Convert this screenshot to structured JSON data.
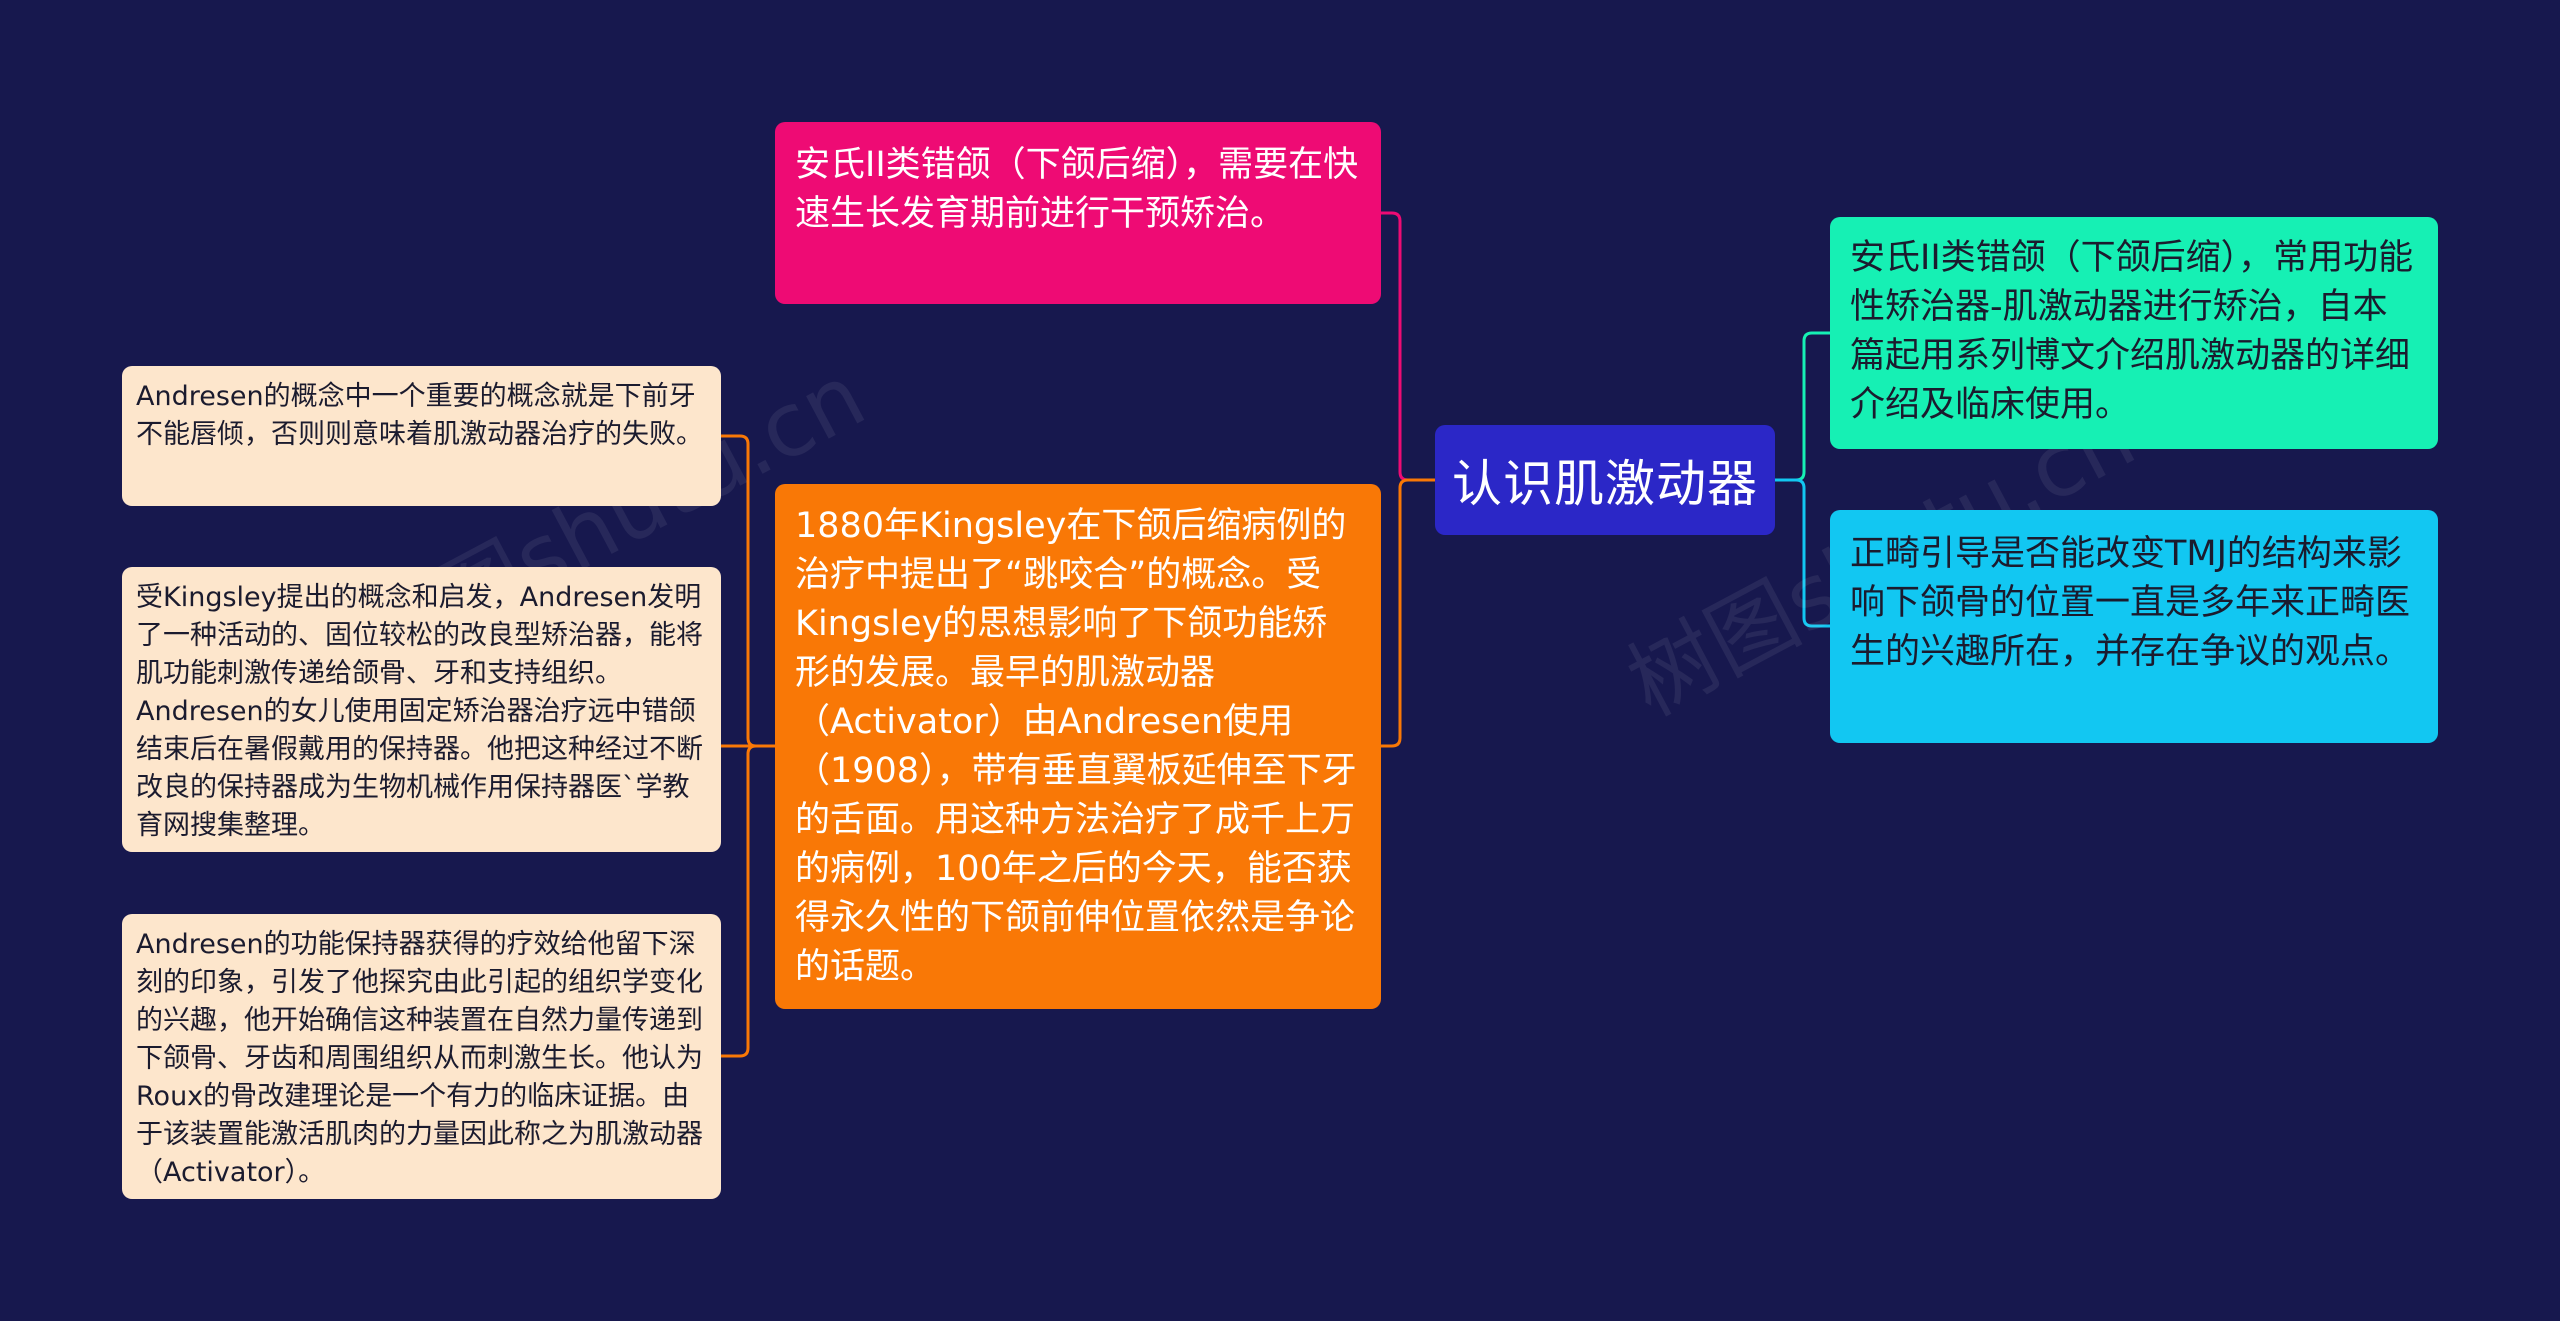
{
  "watermark": "树图shutu.cn",
  "root": {
    "label": "认识肌激动器"
  },
  "nodes": {
    "pink": "安氏II类错颌（下颌后缩），需要在快速生长发育期前进行干预矫治。",
    "orange": "1880年Kingsley在下颌后缩病例的治疗中提出了“跳咬合”的概念。受Kingsley的思想影响了下颌功能矫形的发展。最早的肌激动器（Activator）由Andresen使用（1908），带有垂直翼板延伸至下牙的舌面。用这种方法治疗了成千上万的病例，100年之后的今天，能否获得永久性的下颌前伸位置依然是争论的话题。",
    "green": "安氏II类错颌（下颌后缩），常用功能性矫治器-肌激动器进行矫治，自本篇起用系列博文介绍肌激动器的详细介绍及临床使用。",
    "cyan": "正畸引导是否能改变TMJ的结构来影响下颌骨的位置一直是多年来正畸医生的兴趣所在，并存在争议的观点。"
  },
  "leaves": [
    "Andresen的概念中一个重要的概念就是下前牙不能唇倾，否则则意味着肌激动器治疗的失败。",
    "受Kingsley提出的概念和启发，Andresen发明了一种活动的、固位较松的改良型矫治器，能将肌功能刺激传递给颌骨、牙和支持组织。Andresen的女儿使用固定矫治器治疗远中错颌结束后在暑假戴用的保持器。他把这种经过不断改良的保持器成为生物机械作用保持器医`学教育网搜集整理。",
    "Andresen的功能保持器获得的疗效给他留下深刻的印象，引发了他探究由此引起的组织学变化的兴趣，他开始确信这种装置在自然力量传递到下颌骨、牙齿和周围组织从而刺激生长。他认为Roux的骨改建理论是一个有力的临床证据。由于该装置能激活肌肉的力量因此称之为肌激动器（Activator）。"
  ],
  "colors": {
    "background": "#17184e",
    "root": "#2b27c7",
    "pink": "#ee0b74",
    "orange": "#f97806",
    "green": "#16f0b4",
    "cyan": "#12c7f2",
    "leaf": "#fde6cc"
  }
}
